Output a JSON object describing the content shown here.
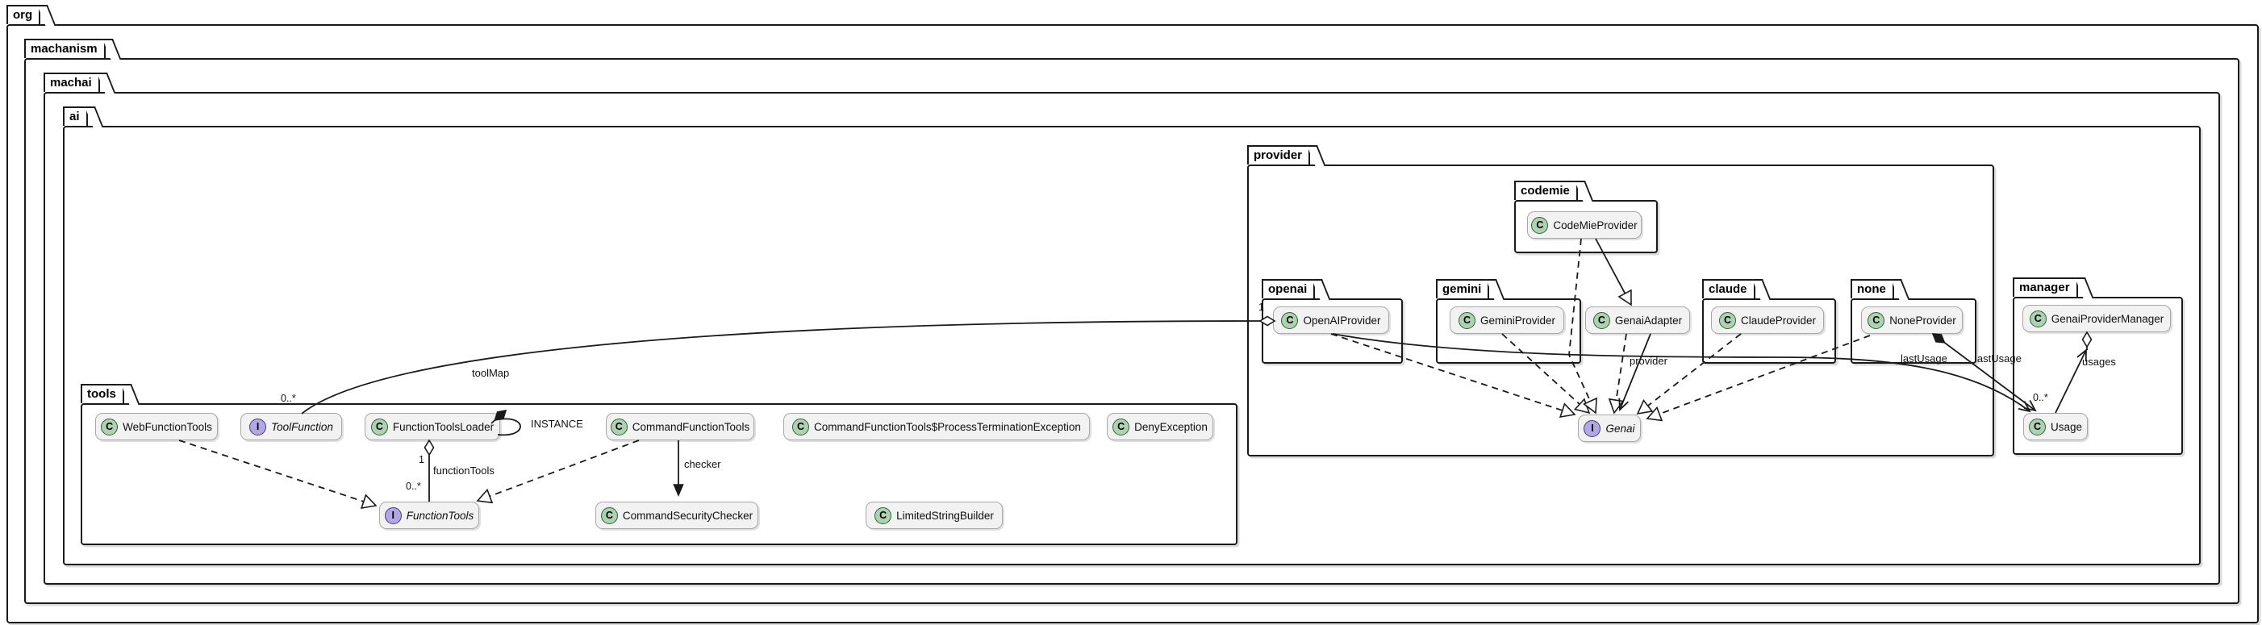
{
  "diagram": {
    "packages": {
      "org": "org",
      "machanism": "machanism",
      "machai": "machai",
      "ai": "ai",
      "provider": "provider",
      "codemie": "codemie",
      "openai": "openai",
      "gemini": "gemini",
      "claude": "claude",
      "none": "none",
      "manager": "manager",
      "tools": "tools"
    },
    "classes": {
      "web_function_tools": {
        "name": "WebFunctionTools",
        "kind": "class"
      },
      "tool_function": {
        "name": "ToolFunction",
        "kind": "interface"
      },
      "function_tools_loader": {
        "name": "FunctionToolsLoader",
        "kind": "class"
      },
      "command_function_tools": {
        "name": "CommandFunctionTools",
        "kind": "class"
      },
      "cft_process_termination_exception": {
        "name": "CommandFunctionTools$ProcessTerminationException",
        "kind": "class"
      },
      "deny_exception": {
        "name": "DenyException",
        "kind": "class"
      },
      "function_tools": {
        "name": "FunctionTools",
        "kind": "interface"
      },
      "command_security_checker": {
        "name": "CommandSecurityChecker",
        "kind": "class"
      },
      "limited_string_builder": {
        "name": "LimitedStringBuilder",
        "kind": "class"
      },
      "code_mie_provider": {
        "name": "CodeMieProvider",
        "kind": "class"
      },
      "openai_provider": {
        "name": "OpenAIProvider",
        "kind": "class"
      },
      "gemini_provider": {
        "name": "GeminiProvider",
        "kind": "class"
      },
      "genai_adapter": {
        "name": "GenaiAdapter",
        "kind": "class"
      },
      "claude_provider": {
        "name": "ClaudeProvider",
        "kind": "class"
      },
      "none_provider": {
        "name": "NoneProvider",
        "kind": "class"
      },
      "genai": {
        "name": "Genai",
        "kind": "interface"
      },
      "genai_provider_manager": {
        "name": "GenaiProviderManager",
        "kind": "class"
      },
      "usage": {
        "name": "Usage",
        "kind": "class"
      }
    },
    "icons": {
      "class_letter": "C",
      "interface_letter": "I"
    },
    "labels": {
      "tool_map": "toolMap",
      "tool_map_source_mult": "0..*",
      "tool_map_target_mult": "1",
      "instance": "INSTANCE",
      "function_tools": "functionTools",
      "function_tools_source_mult": "1",
      "function_tools_target_mult": "0..*",
      "checker": "checker",
      "provider": "provider",
      "last_usage_left": "lastUsage",
      "last_usage_right": "lastUsage",
      "usages": "usages",
      "usages_mult": "0..*"
    },
    "colors": {
      "class_icon_fill": "#ADD1B2",
      "interface_icon_fill": "#B4A7E5",
      "class_box_fill": "#F2F2F2",
      "line": "#1A1A1A"
    }
  }
}
